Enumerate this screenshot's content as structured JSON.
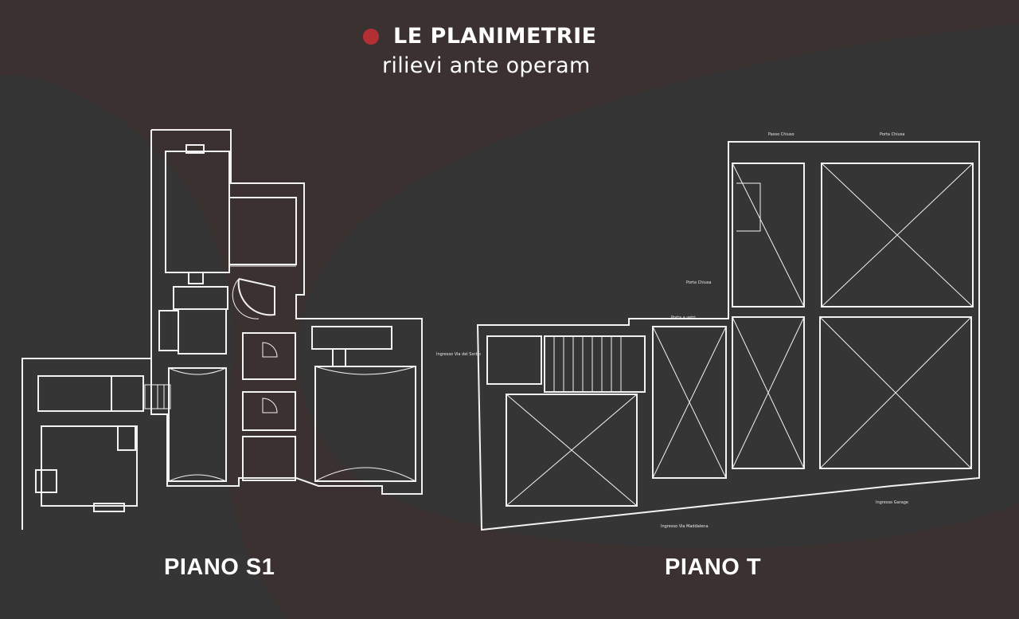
{
  "header": {
    "title": "LE PLANIMETRIE",
    "subtitle": "rilievi ante operam"
  },
  "plans": {
    "s1_label": "PIANO S1",
    "t_label": "PIANO T"
  },
  "annotations": {
    "passo_chiuso": "Passo Chiuso",
    "porta_chiusa_top": "Porta Chiusa",
    "porta_chiusa_mid": "Porta Chiusa",
    "porta_a_vetri": "Porta a vetri",
    "ingresso_via": "Ingresso Via del Sorbo",
    "ingresso_via_main": "Ingresso Via Maddalena",
    "ingresso_garage": "Ingresso Garage"
  },
  "colors": {
    "background": "#353535",
    "swoosh": "#3d3333",
    "accent_dot": "#b32f34",
    "line": "#f2f2f2"
  }
}
